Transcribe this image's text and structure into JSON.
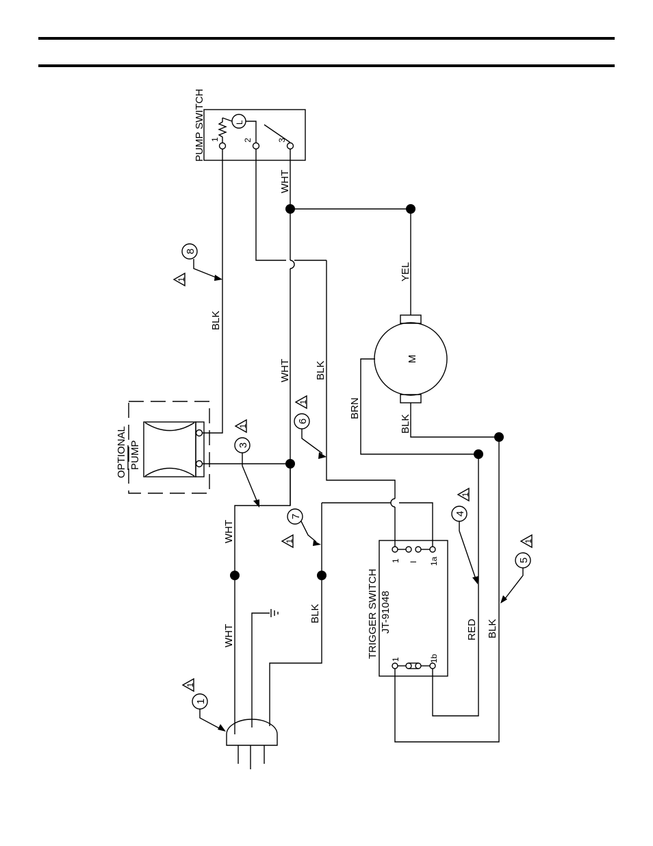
{
  "labels": {
    "pump_switch": "PUMP  SWITCH",
    "optional": "OPTIONAL",
    "pump": "PUMP",
    "trigger_switch": "TRIGGER  SWITCH",
    "trigger_part": "JT-91048",
    "motor": "M"
  },
  "terminals": {
    "ps_1": "1",
    "ps_2": "2",
    "ps_3": "3",
    "ps_L": "L",
    "ts_1_top": "1",
    "ts_1a": "1a",
    "ts_I": "I",
    "ts_1_bottom": "1",
    "ts_1b": "1b"
  },
  "wires": {
    "wht_pump_switch": "WHT",
    "wht_main": "WHT",
    "wht_cord_upper": "WHT",
    "wht_cord_lower": "WHT",
    "blk_pump": "BLK",
    "blk_center": "BLK",
    "blk_cord": "BLK",
    "yel": "YEL",
    "brn": "BRN",
    "blk_motor": "BLK",
    "red": "RED",
    "blk_right": "BLK"
  },
  "callouts": {
    "c1": "1",
    "c3": "3",
    "c4": "4",
    "c5": "5",
    "c6": "6",
    "c7": "7",
    "c8": "8"
  },
  "notes": {
    "n1_at_c1": "1",
    "n1_at_c3": "1",
    "n1_at_c4": "1",
    "n1_at_c5": "1",
    "n1_at_c6": "1",
    "n1_at_c7": "1",
    "n1_at_c8": "1"
  }
}
